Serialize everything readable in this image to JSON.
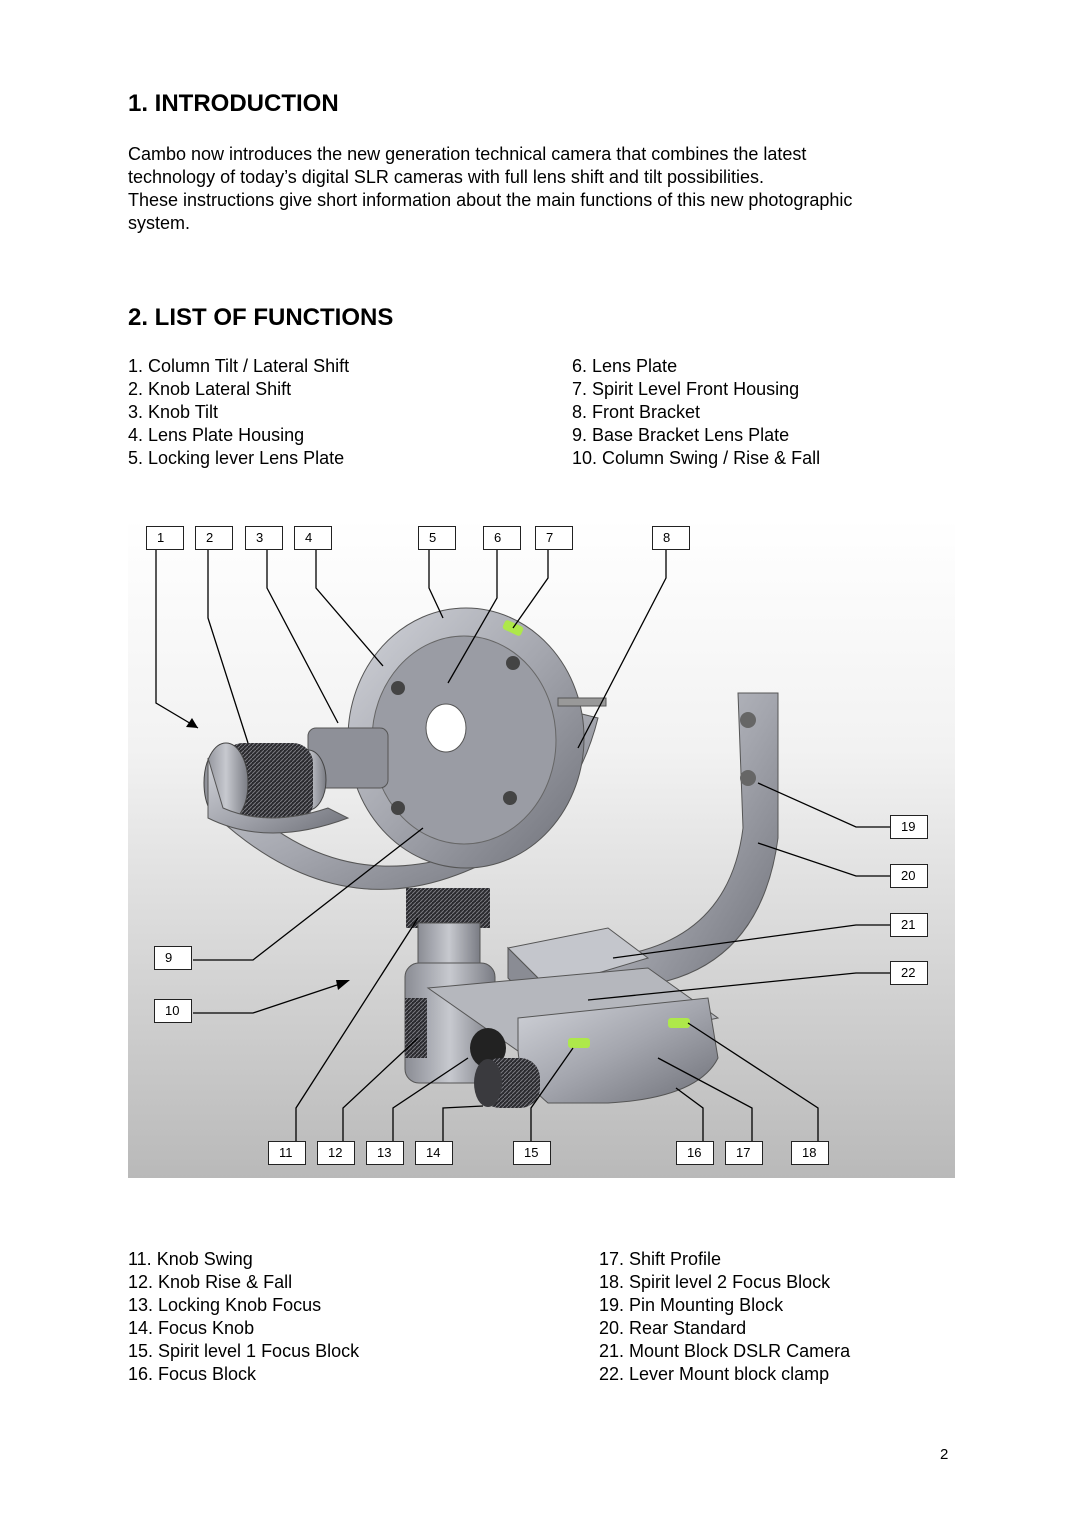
{
  "section1": {
    "heading": "1. INTRODUCTION",
    "lines": [
      "Cambo now introduces the new generation technical camera that combines the latest",
      "technology of today’s digital SLR cameras with full lens shift and tilt possibilities.",
      "These instructions give short information about the main functions of this new photographic",
      "system."
    ]
  },
  "section2": {
    "heading": "2. LIST OF FUNCTIONS",
    "list_top_left": [
      "1. Column Tilt / Lateral Shift",
      "2. Knob Lateral Shift",
      "3. Knob Tilt",
      "4. Lens Plate Housing",
      "5. Locking lever Lens Plate"
    ],
    "list_top_right": [
      "6. Lens Plate",
      "7. Spirit Level Front Housing",
      "8. Front Bracket",
      "9. Base Bracket Lens Plate",
      "10. Column Swing / Rise & Fall"
    ],
    "list_bottom_left": [
      "11. Knob Swing",
      "12. Knob Rise & Fall",
      "13. Locking Knob Focus",
      "14. Focus Knob",
      "15. Spirit level 1 Focus Block",
      "16. Focus Block"
    ],
    "list_bottom_right": [
      "17. Shift Profile",
      "18. Spirit level 2 Focus Block",
      "19. Pin Mounting Block",
      "20. Rear Standard",
      "21. Mount Block DSLR Camera",
      "22. Lever Mount block clamp"
    ]
  },
  "figure": {
    "callouts": [
      "1",
      "2",
      "3",
      "4",
      "5",
      "6",
      "7",
      "8",
      "9",
      "10",
      "11",
      "12",
      "13",
      "14",
      "15",
      "16",
      "17",
      "18",
      "19",
      "20",
      "21",
      "22"
    ]
  },
  "page_number": "2"
}
